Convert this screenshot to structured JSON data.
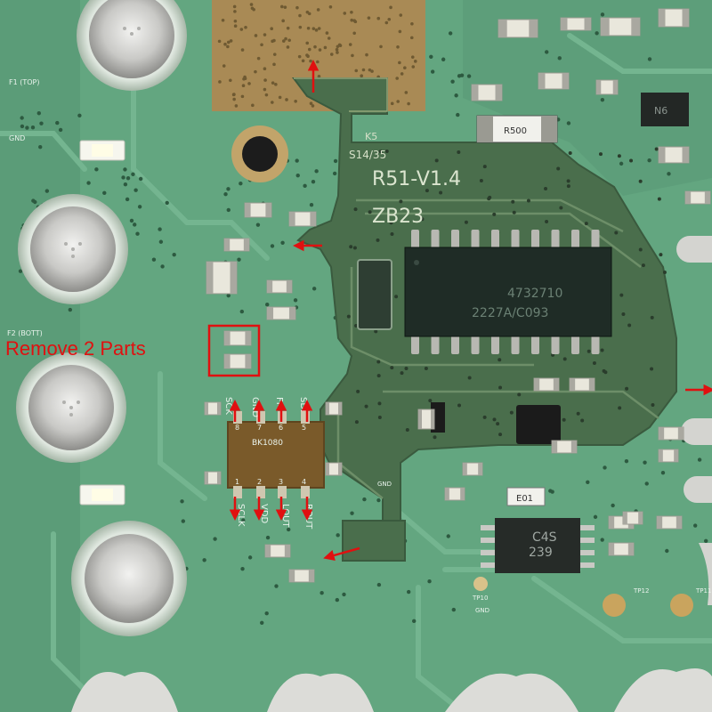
{
  "callout": {
    "text": "Remove 2 Parts",
    "color": "#e01010"
  },
  "silkscreen": {
    "f1_top": "F1 (TOP)",
    "gnd_left": "GND",
    "f2_bott": "F2 (BOTT)",
    "k5": "K5",
    "date_code": "S14/35",
    "board_rev": "R51-V1.4",
    "zb23": "ZB23",
    "r500": "R500",
    "n6": "N6",
    "e01": "E01",
    "ic_main_line1": "4732710",
    "ic_main_line2": "2227A/C093",
    "chip_small_label": "BK1080",
    "chip_c4s": "C4S",
    "chip_c4s_code": "239",
    "tp10": "TP10",
    "tp10_gnd": "GND",
    "tp12": "TP12",
    "tp11": "TP11",
    "gnd_mid": "GND"
  },
  "pins_top": [
    {
      "label": "SCK",
      "num": "8"
    },
    {
      "label": "GND",
      "num": "7"
    },
    {
      "label": "FM",
      "num": "6"
    },
    {
      "label": "SDI",
      "num": "5"
    }
  ],
  "pins_bottom": [
    {
      "label": "SCLK",
      "num": "1"
    },
    {
      "label": "VDD",
      "num": "2"
    },
    {
      "label": "LOUT",
      "num": "3"
    },
    {
      "label": "ROUT",
      "num": "4"
    }
  ]
}
